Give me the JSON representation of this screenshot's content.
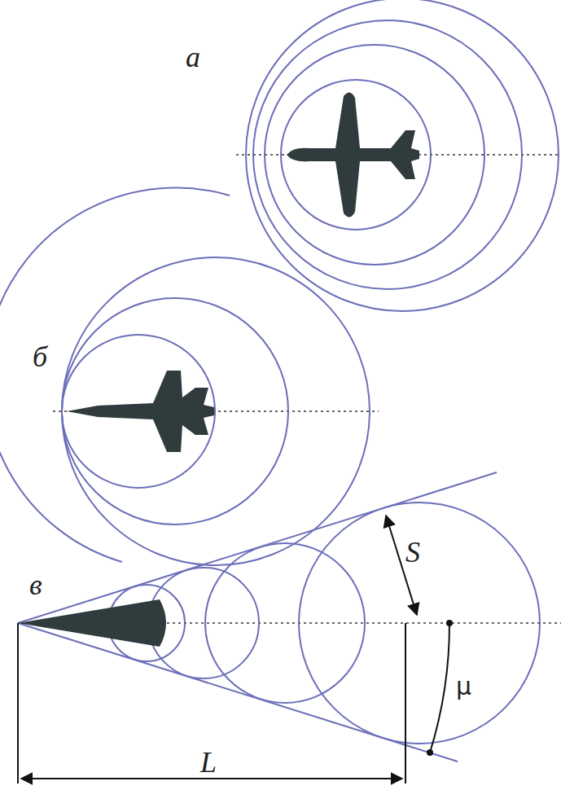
{
  "diagram": {
    "labels": [
      "а",
      "б",
      "в",
      "S",
      "μ",
      "L"
    ]
  }
}
